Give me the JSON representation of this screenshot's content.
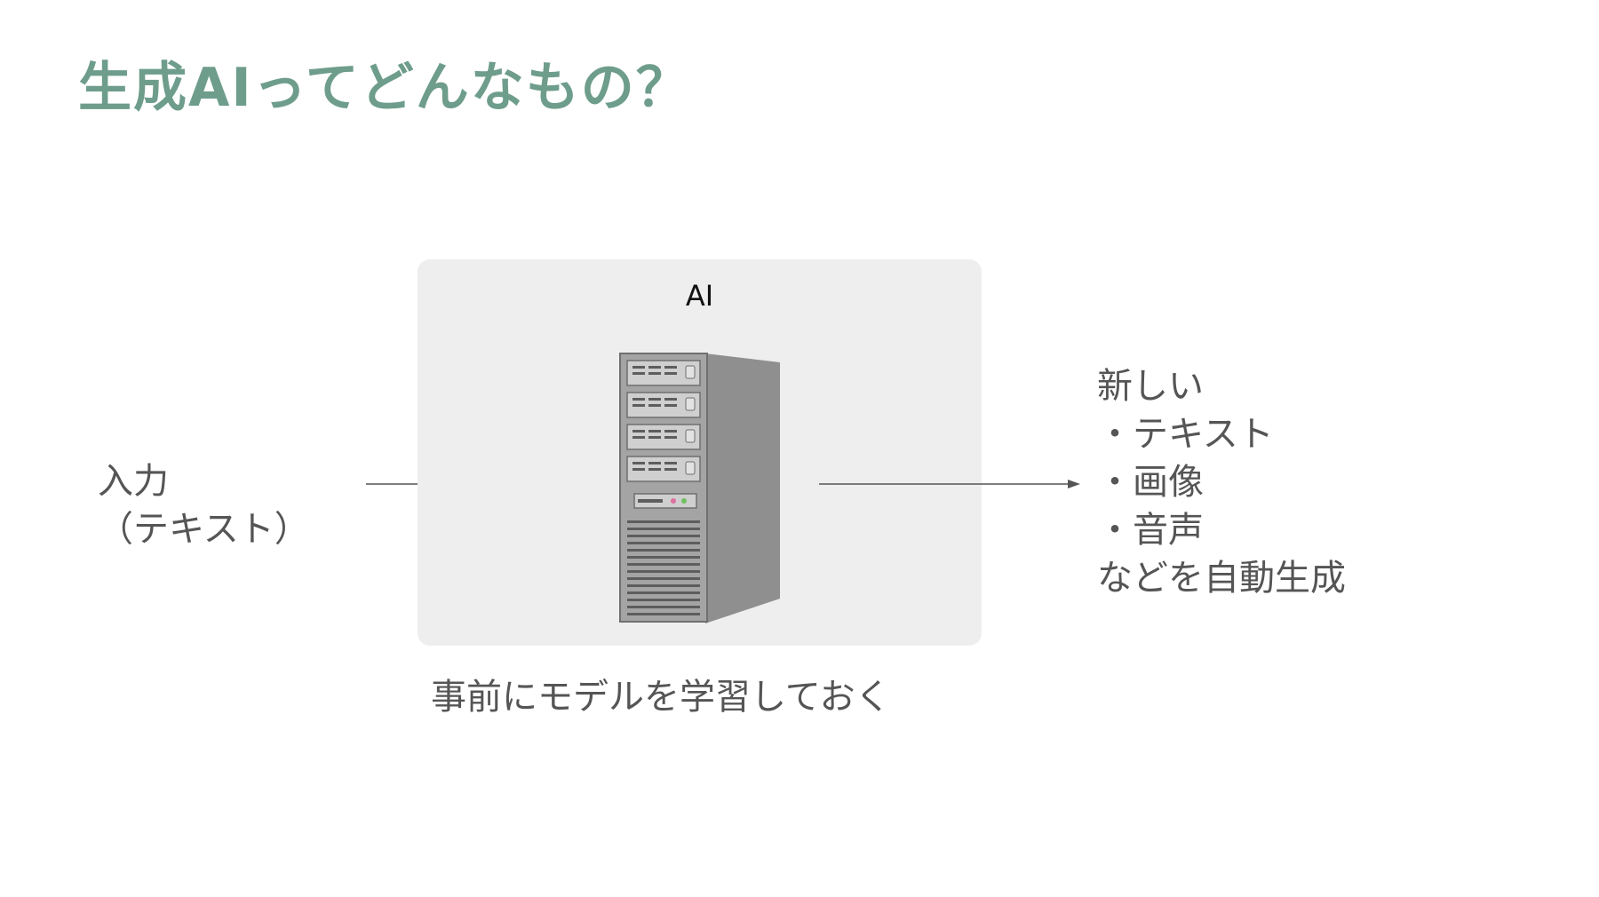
{
  "title": "生成AIってどんなもの？",
  "ai_box": {
    "label": "AI",
    "icon": "server-icon"
  },
  "input": {
    "line1": "入力",
    "line2": "（テキスト）"
  },
  "output": {
    "intro": "新しい",
    "items": [
      "・テキスト",
      "・画像",
      "・音声"
    ],
    "outro": "などを自動生成"
  },
  "caption": "事前にモデルを学習しておく",
  "colors": {
    "title": "#6e9d8c",
    "box_bg": "#eeeeee",
    "text": "#555555",
    "arrow": "#555555"
  }
}
